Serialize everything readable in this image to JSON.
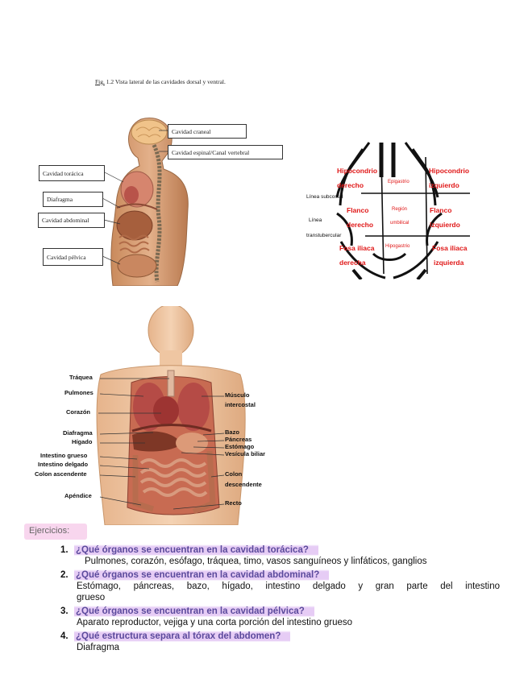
{
  "figure1": {
    "caption_prefix": "Fig.",
    "caption_text": "1.2 Vista lateral de las cavidades dorsal  y ventral.",
    "labels": {
      "craneal": "Cavidad craneal",
      "espinal": "Cavidad espinal/Canal vertebral",
      "toracica": "Cavidad torácica",
      "diafragma": "Diafragma",
      "abdominal": "Cavidad abdominal",
      "pelvica": "Cavidad pélvica"
    }
  },
  "figure2": {
    "regions": {
      "hipocondrio_der_1": "Hipocondrio",
      "hipocondrio_der_2": "derecho",
      "epigastrio": "Epigastrio",
      "hipocondrio_izq_1": "Hipocondrio",
      "hipocondrio_izq_2": "izquierdo",
      "flanco_der_1": "Flanco",
      "flanco_der_2": "derecho",
      "region_umb_1": "Región",
      "region_umb_2": "umbilical",
      "flanco_izq_1": "Flanco",
      "flanco_izq_2": "izquierdo",
      "fosa_der_1": "Fosa iliaca",
      "fosa_der_2": "derecha",
      "hipogastrio": "Hipogastrio",
      "fosa_izq_1": "Fosa iliaca",
      "fosa_izq_2": "izquierda"
    },
    "lines": {
      "subcostal": "Línea subcostal",
      "transtubercular_1": "Línea",
      "transtubercular_2": "transtubercular"
    }
  },
  "figure3": {
    "left": [
      "Tráquea",
      "Pulmones",
      "Corazón",
      "Diafragma",
      "Hígado",
      "Intestino grueso",
      "Intestino delgado",
      "Colon ascendente",
      "Apéndice"
    ],
    "right": {
      "musculo_1": "Músculo",
      "musculo_2": "intercostal",
      "bazo": "Bazo",
      "pancreas": "Páncreas",
      "estomago": "Estómago",
      "vesicula": "Vesícula biliar",
      "colon_1": "Colon",
      "colon_2": "descendente",
      "recto": "Recto"
    }
  },
  "exercises": {
    "heading": "Ejercicios:",
    "items": [
      {
        "num": "1.",
        "question": "¿Qué órganos se encuentran en la cavidad torácica?",
        "answer": "Pulmones, corazón, esófago, tráquea, timo, vasos sanguíneos y linfáticos, ganglios"
      },
      {
        "num": "2.",
        "question": "¿Qué órganos se encuentran en la cavidad abdominal?",
        "answer_line1": "Estómago, páncreas, bazo, hígado, intestino delgado y gran parte del intestino",
        "answer_line2": "grueso"
      },
      {
        "num": "3.",
        "question": "¿Qué órganos se encuentran en la cavidad pélvica?",
        "answer": "Aparato reproductor, vejiga y una corta porción del intestino grueso"
      },
      {
        "num": "4.",
        "question": "¿Qué estructura separa al tórax del abdomen?",
        "answer": "Diafragma"
      }
    ]
  }
}
